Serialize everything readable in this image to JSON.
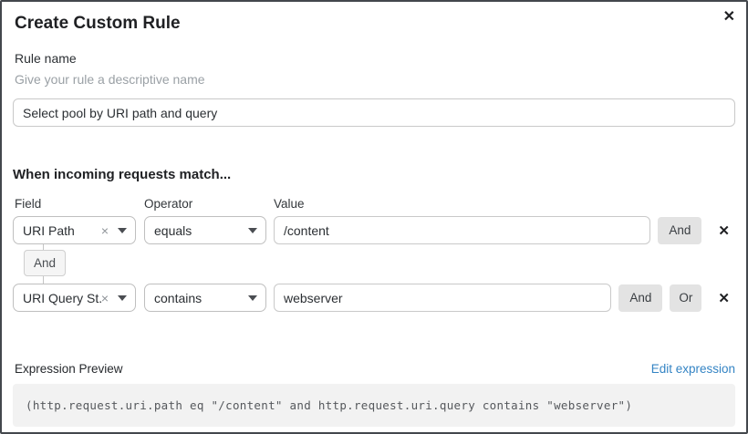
{
  "dialog": {
    "title": "Create Custom Rule"
  },
  "icons": {
    "close": "✕",
    "remove_row": "✕",
    "clear_field": "×"
  },
  "rule_name": {
    "label": "Rule name",
    "help": "Give your rule a descriptive name",
    "value": "Select pool by URI path and query"
  },
  "match": {
    "heading": "When incoming requests match...",
    "columns": {
      "field": "Field",
      "operator": "Operator",
      "value": "Value"
    },
    "connector": "And",
    "rows": [
      {
        "field": "URI Path",
        "operator": "equals",
        "value": "/content",
        "and_label": "And"
      },
      {
        "field": "URI Query St...",
        "operator": "contains",
        "value": "webserver",
        "and_label": "And",
        "or_label": "Or"
      }
    ]
  },
  "expression": {
    "label": "Expression Preview",
    "edit_link": "Edit expression",
    "code": "(http.request.uri.path eq \"/content\" and http.request.uri.query contains \"webserver\")"
  },
  "colors": {
    "link_blue": "#3484c4",
    "button_gray": "#e3e3e3",
    "code_background": "#f2f2f2",
    "input_border": "#c9c9c9",
    "text_dark": "#25282c",
    "text_muted": "#9aa0a5"
  }
}
